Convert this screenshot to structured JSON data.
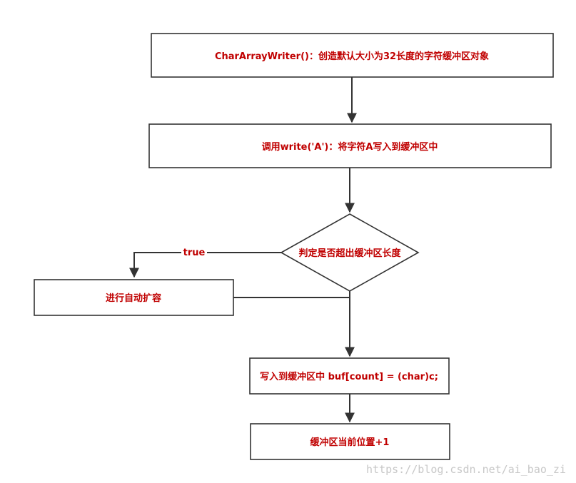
{
  "nodes": {
    "create": "CharArrayWriter()：创造默认大小为32长度的字符缓冲区对象",
    "write_call": "调用write('A')：将字符A写入到缓冲区中",
    "decision": "判定是否超出缓冲区长度",
    "expand": "进行自动扩容",
    "store": "写入到缓冲区中 buf[count] = (char)c;",
    "increment": "缓冲区当前位置+1"
  },
  "edges": {
    "true_label": "true"
  },
  "watermark": "https://blog.csdn.net/ai_bao_zi"
}
